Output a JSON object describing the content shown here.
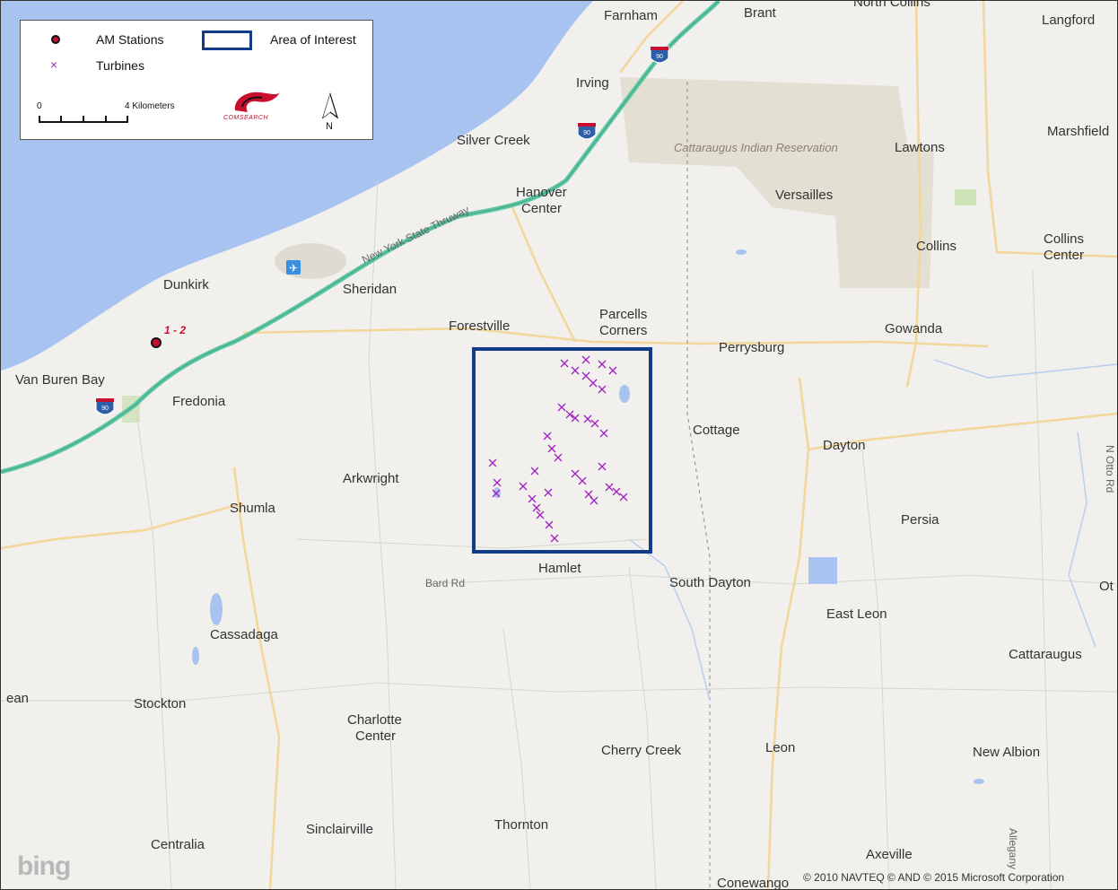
{
  "legend": {
    "am_stations_label": "AM Stations",
    "turbines_label": "Turbines",
    "area_label": "Area of Interest",
    "scale_start": "0",
    "scale_end": "4 Kilometers",
    "logo_text": "COMSEARCH",
    "north_label": "N"
  },
  "places": [
    {
      "id": "farnham",
      "text": "Farnham"
    },
    {
      "id": "brant",
      "text": "Brant"
    },
    {
      "id": "north-collins",
      "text": "North Collins"
    },
    {
      "id": "langford",
      "text": "Langford"
    },
    {
      "id": "irving",
      "text": "Irving"
    },
    {
      "id": "silver-creek",
      "text": "Silver Creek"
    },
    {
      "id": "reservation",
      "text": "Cattaraugus Indian Reservation"
    },
    {
      "id": "lawtons",
      "text": "Lawtons"
    },
    {
      "id": "marshfield",
      "text": "Marshfield"
    },
    {
      "id": "hanover-center-1",
      "text": "Hanover"
    },
    {
      "id": "hanover-center-2",
      "text": "Center"
    },
    {
      "id": "versailles",
      "text": "Versailles"
    },
    {
      "id": "thruway",
      "text": "New York State Thruway"
    },
    {
      "id": "collins",
      "text": "Collins"
    },
    {
      "id": "collins-center-1",
      "text": "Collins"
    },
    {
      "id": "collins-center-2",
      "text": "Center"
    },
    {
      "id": "dunkirk",
      "text": "Dunkirk"
    },
    {
      "id": "sheridan",
      "text": "Sheridan"
    },
    {
      "id": "forestville",
      "text": "Forestville"
    },
    {
      "id": "parcells-1",
      "text": "Parcells"
    },
    {
      "id": "parcells-2",
      "text": "Corners"
    },
    {
      "id": "gowanda",
      "text": "Gowanda"
    },
    {
      "id": "perrysburg",
      "text": "Perrysburg"
    },
    {
      "id": "van-buren-bay",
      "text": "Van Buren Bay"
    },
    {
      "id": "fredonia",
      "text": "Fredonia"
    },
    {
      "id": "cottage",
      "text": "Cottage"
    },
    {
      "id": "dayton",
      "text": "Dayton"
    },
    {
      "id": "n-otto",
      "text": "N Otto Rd"
    },
    {
      "id": "arkwright",
      "text": "Arkwright"
    },
    {
      "id": "shumla",
      "text": "Shumla"
    },
    {
      "id": "persia",
      "text": "Persia"
    },
    {
      "id": "hamlet",
      "text": "Hamlet"
    },
    {
      "id": "bard-rd",
      "text": "Bard Rd"
    },
    {
      "id": "south-dayton",
      "text": "South Dayton"
    },
    {
      "id": "otto",
      "text": "Ot"
    },
    {
      "id": "east-leon",
      "text": "East Leon"
    },
    {
      "id": "cassadaga",
      "text": "Cassadaga"
    },
    {
      "id": "cattaraugus",
      "text": "Cattaraugus"
    },
    {
      "id": "ean",
      "text": "ean"
    },
    {
      "id": "stockton",
      "text": "Stockton"
    },
    {
      "id": "charlotte-1",
      "text": "Charlotte"
    },
    {
      "id": "charlotte-2",
      "text": "Center"
    },
    {
      "id": "cherry-creek",
      "text": "Cherry Creek"
    },
    {
      "id": "leon",
      "text": "Leon"
    },
    {
      "id": "new-albion",
      "text": "New Albion"
    },
    {
      "id": "sinclairville",
      "text": "Sinclairville"
    },
    {
      "id": "thornton",
      "text": "Thornton"
    },
    {
      "id": "centralia",
      "text": "Centralia"
    },
    {
      "id": "axeville",
      "text": "Axeville"
    },
    {
      "id": "conewango",
      "text": "Conewango"
    },
    {
      "id": "allegany",
      "text": "Allegany"
    }
  ],
  "station_label": "1 - 2",
  "highway_shield": "90",
  "bing_logo": "bing",
  "copyright": "© 2010 NAVTEQ © AND © 2015 Microsoft Corporation",
  "colors": {
    "water": "#a8c3f0",
    "land": "#f1f0ec",
    "highway": "#5fc6a4",
    "road": "#f3d69a",
    "aoi": "#123b8a",
    "turbine": "#a020c0",
    "station": "#c8102e",
    "reservation": "#e4dfd3"
  }
}
